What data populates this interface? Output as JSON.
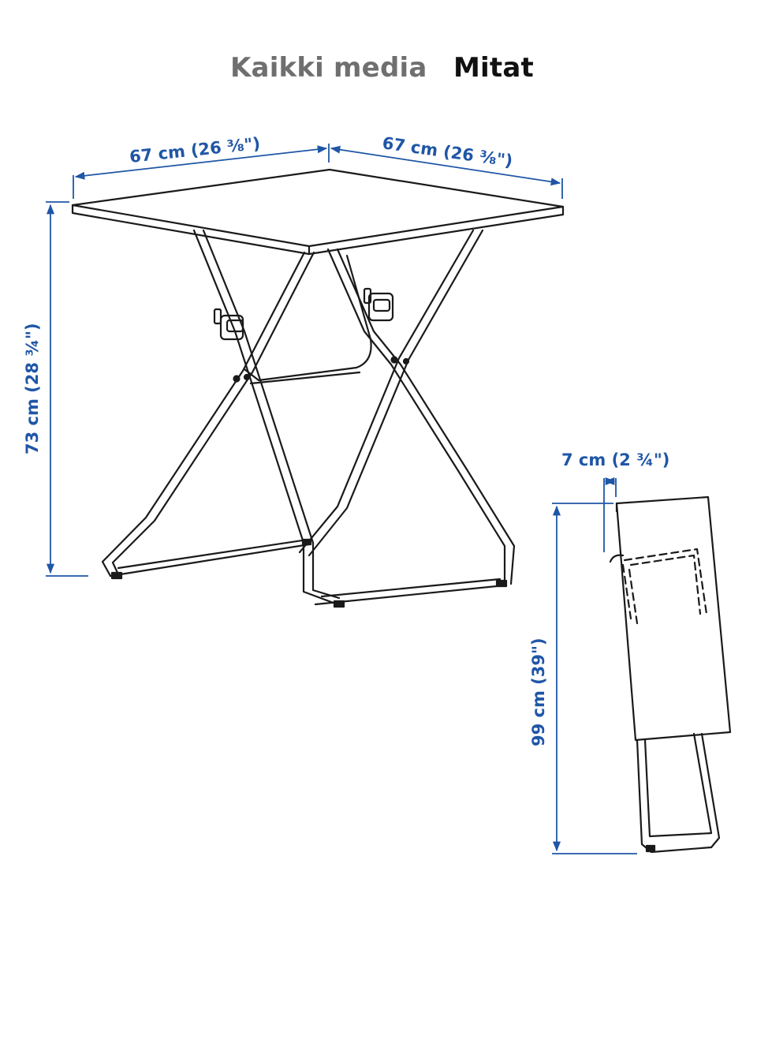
{
  "tabs": [
    {
      "label": "Kaikki media",
      "selected": false
    },
    {
      "label": "Mitat",
      "selected": true
    }
  ],
  "dimensions": {
    "width_left": "67 cm (26 ⅜\")",
    "width_right": "67 cm (26 ⅜\")",
    "height_open": "73 cm (28 ¾\")",
    "depth_folded": "7 cm (2 ¾\")",
    "height_folded": "99 cm (39\")"
  },
  "colors": {
    "dimension_line": "#1f56a6",
    "drawing_line": "#1a1a1a",
    "tab_inactive": "#6f6f6f",
    "tab_active": "#111111"
  }
}
